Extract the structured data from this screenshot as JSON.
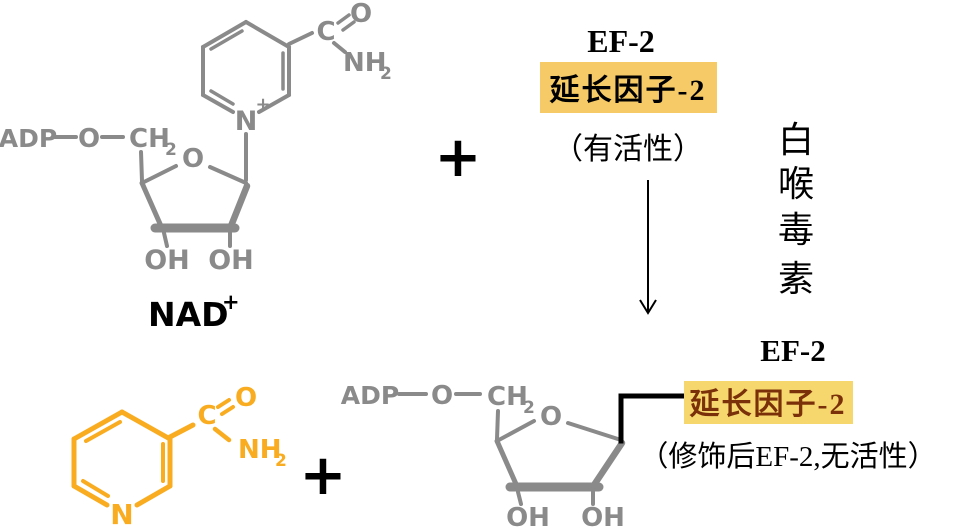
{
  "colors": {
    "structure_gray": "#8a8a8a",
    "structure_orange": "#F9AC20",
    "highlight_top": "#F6CB67",
    "highlight_bottom": "#F5D76E",
    "modified_factor_text": "#7A3008",
    "ink": "#000000"
  },
  "plus": "+",
  "nad": {
    "adp": "ADP",
    "ether_o": "O",
    "ch": "CH",
    "ch_sub": "2",
    "ring_o": "O",
    "n": "N",
    "charge": "+",
    "amide_c": "C",
    "amide_o": "O",
    "amide_nh": "NH",
    "amide_nh_sub": "2",
    "oh_left": "OH",
    "oh_right": "OH",
    "caption": "NAD",
    "caption_charge": "+"
  },
  "ef2_active": {
    "title": "EF-2",
    "factor": "延长因子-2",
    "status": "（有活性）"
  },
  "toxin": {
    "text": "白喉毒素",
    "chars": [
      "白",
      "喉",
      "毒",
      "素"
    ]
  },
  "nicotinamide": {
    "n": "N",
    "amide_c": "C",
    "amide_o": "O",
    "amide_nh": "NH",
    "amide_nh_sub": "2"
  },
  "adp_ribose": {
    "adp": "ADP",
    "ether_o": "O",
    "ch": "CH",
    "ch_sub": "2",
    "ring_o": "O",
    "oh_left": "OH",
    "oh_right": "OH"
  },
  "ef2_inactive": {
    "title": "EF-2",
    "factor": "延长因子-2",
    "status": "（修饰后EF-2,无活性）"
  }
}
